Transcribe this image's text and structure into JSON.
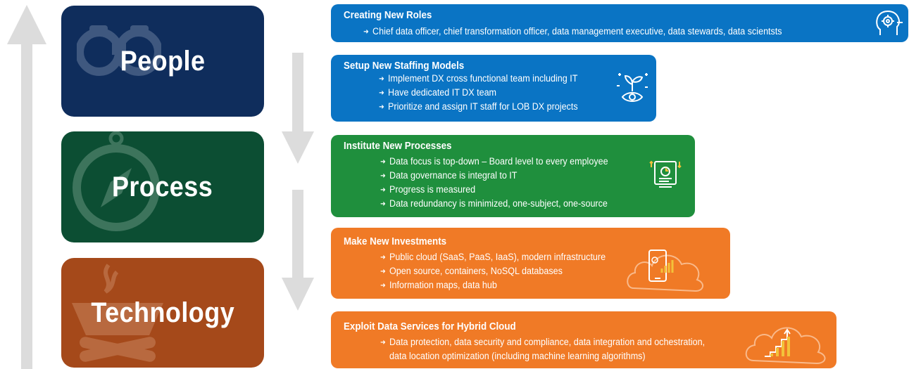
{
  "tiles": {
    "people": {
      "label": "People",
      "color": "#0f2d5c"
    },
    "process": {
      "label": "Process",
      "color": "#0c4e33"
    },
    "technology": {
      "label": "Technology",
      "color": "#a5491a"
    }
  },
  "cards": {
    "roles": {
      "title": "Creating New Roles",
      "color": "#0a74c4",
      "items": [
        "Chief data officer, chief transformation officer, data management executive, data stewards, data scientsts"
      ],
      "icon": "head-gear-icon"
    },
    "staffing": {
      "title": "Setup New Staffing Models",
      "color": "#0a74c4",
      "items": [
        "Implement DX cross functional team including IT",
        "Have dedicated IT DX team",
        "Prioritize and assign IT staff for LOB DX projects"
      ],
      "icon": "sprout-eye-icon"
    },
    "processes": {
      "title": "Institute New Processes",
      "color": "#1f8f3d",
      "items": [
        "Data focus is top-down – Board level to every employee",
        "Data governance is integral to IT",
        "Progress is measured",
        "Data redundancy is minimized, one-subject, one-source"
      ],
      "icon": "dashboard-monitor-icon"
    },
    "investments": {
      "title": "Make New Investments",
      "color": "#f07a26",
      "items": [
        "Public cloud (SaaS, PaaS, IaaS), modern infrastructure",
        "Open source, containers, NoSQL databases",
        "Information maps, data hub"
      ],
      "icon": "cloud-phone-chart-icon"
    },
    "data_services": {
      "title": "Exploit Data Services for Hybrid Cloud",
      "color": "#f07a26",
      "items": [
        "Data protection, data security and compliance, data integration and ochestration,",
        "data location optimization (including machine learning algorithms)"
      ],
      "icon": "cloud-bar-chart-icon"
    }
  },
  "colors": {
    "arrow_grey": "#dcdcdc"
  }
}
